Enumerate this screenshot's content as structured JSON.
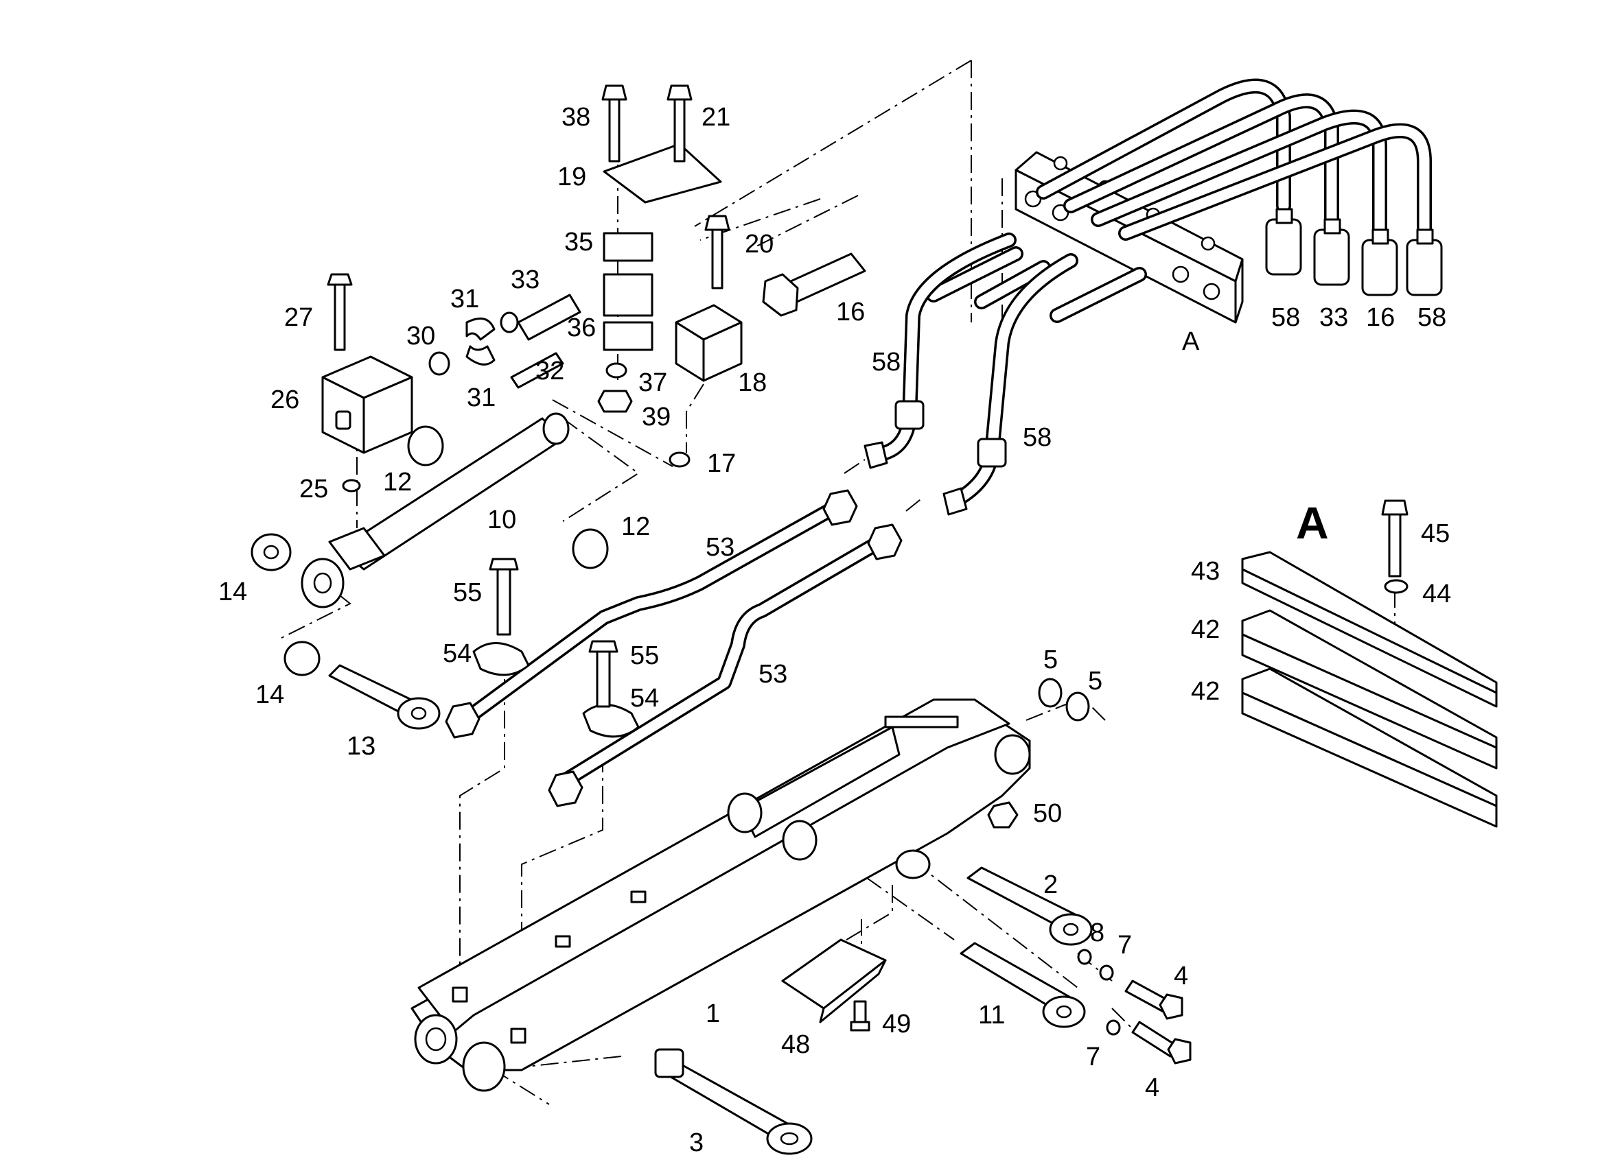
{
  "figure": {
    "callouts": {
      "c1": "1",
      "c2": "2",
      "c3": "3",
      "c4a": "4",
      "c4b": "4",
      "c5a": "5",
      "c5b": "5",
      "c7a": "7",
      "c7b": "7",
      "c8": "8",
      "c10": "10",
      "c11": "11",
      "c12a": "12",
      "c12b": "12",
      "c13": "13",
      "c14a": "14",
      "c14b": "14",
      "c16a": "16",
      "c16b": "16",
      "c17": "17",
      "c18": "18",
      "c19": "19",
      "c20": "20",
      "c21": "21",
      "c25": "25",
      "c26": "26",
      "c27": "27",
      "c30": "30",
      "c31a": "31",
      "c31b": "31",
      "c32": "32",
      "c33a": "33",
      "c33b": "33",
      "c35": "35",
      "c36": "36",
      "c37": "37",
      "c38": "38",
      "c39": "39",
      "c42a": "42",
      "c42b": "42",
      "c43": "43",
      "c44": "44",
      "c45": "45",
      "c48": "48",
      "c49": "49",
      "c50": "50",
      "c53a": "53",
      "c53b": "53",
      "c54a": "54",
      "c54b": "54",
      "c55a": "55",
      "c55b": "55",
      "c58a": "58",
      "c58b": "58",
      "c58c": "58",
      "c58d": "58"
    },
    "detail_ref_label": "A",
    "detail_title": "A"
  }
}
